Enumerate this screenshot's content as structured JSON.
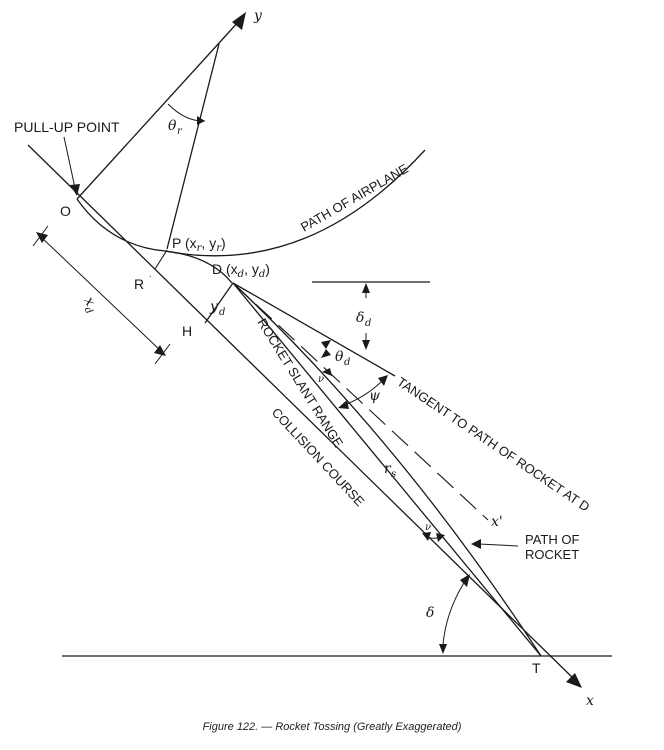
{
  "labels": {
    "y_axis": "y",
    "x_axis": "x",
    "pull_up_point": "PULL-UP POINT",
    "origin": "O",
    "path_of_airplane": "PATH OF AIRPLANE",
    "point_p": "P (x",
    "point_p_sub1": "r",
    "point_p_mid": ", y",
    "point_p_sub2": "r",
    "point_p_end": ")",
    "point_d": "D (x",
    "point_d_sub1": "d",
    "point_d_mid": ", y",
    "point_d_sub2": "d",
    "point_d_end": ")",
    "theta_r": "θ",
    "theta_r_sub": "r",
    "delta_d": "δ",
    "delta_d_sub": "d",
    "theta_d": "θ",
    "theta_d_sub": "d",
    "nu_upper": "ν",
    "psi": "ψ",
    "nu_lower": "ν",
    "delta": "δ",
    "r": "R",
    "h": "H",
    "x_d": "x",
    "x_d_sub": "d",
    "y_d": "y",
    "y_d_sub": "d",
    "r_s": "r",
    "r_s_sub": "s",
    "x_prime": "x'",
    "rocket_slant_range": "ROCKET SLANT RANGE",
    "collision_course": "COLLISION COURSE",
    "tangent": "TANGENT TO PATH OF ROCKET AT D",
    "path_of_rocket_1": "PATH OF",
    "path_of_rocket_2": "ROCKET",
    "target": "T"
  },
  "caption": "Figure 122. — Rocket Tossing (Greatly Exaggerated)"
}
